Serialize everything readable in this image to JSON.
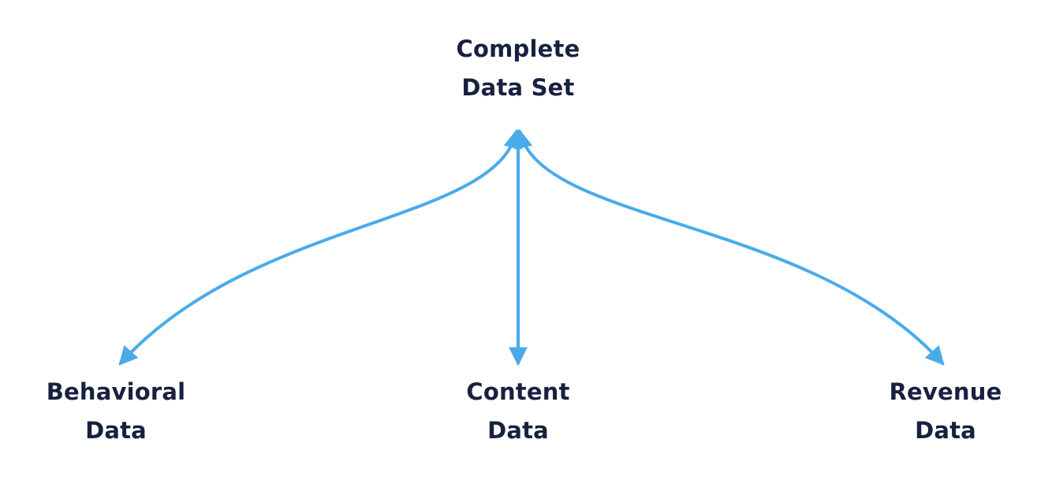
{
  "diagram": {
    "accent_color": "#4aabea",
    "text_color": "#17213f",
    "top_node": {
      "line1": "Complete",
      "line2": "Data Set"
    },
    "left_node": {
      "line1": "Behavioral",
      "line2": "Data"
    },
    "center_node": {
      "line1": "Content",
      "line2": "Data"
    },
    "right_node": {
      "line1": "Revenue",
      "line2": "Data"
    },
    "arrows": [
      {
        "from": "top_node",
        "to": "left_node",
        "heads": "both",
        "style": "curved"
      },
      {
        "from": "top_node",
        "to": "center_node",
        "heads": "both",
        "style": "straight"
      },
      {
        "from": "top_node",
        "to": "right_node",
        "heads": "both",
        "style": "curved"
      }
    ]
  }
}
